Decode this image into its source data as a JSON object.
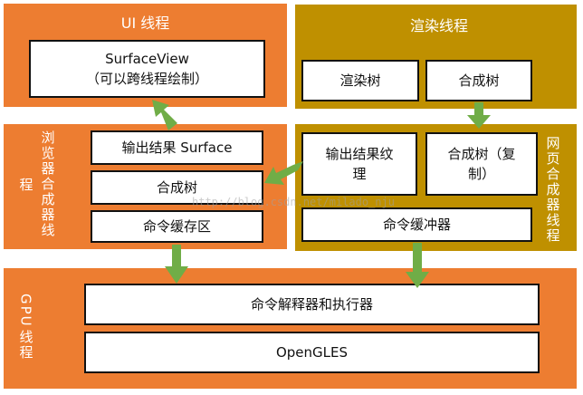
{
  "ui_thread": {
    "title": "UI 线程",
    "surfaceview": {
      "line1": "SurfaceView",
      "line2": "（可以跨线程绘制）"
    }
  },
  "render_thread": {
    "title": "渲染线程",
    "render_tree": "渲染树",
    "composite_tree": "合成树"
  },
  "browser_compositor_thread": {
    "title": "浏览器合成器线程",
    "output_surface": "输出结果 Surface",
    "composite_tree": "合成树",
    "command_buffer": "命令缓存区"
  },
  "page_compositor_thread": {
    "title": "网页合成器线程",
    "output_texture": {
      "line1": "输出结果纹",
      "line2": "理"
    },
    "composite_tree": {
      "line1": "合成树（复",
      "line2": "制）"
    },
    "command_buffer": "命令缓冲器"
  },
  "gpu_thread": {
    "title": "GPU 线程",
    "command_parser": "命令解释器和执行器",
    "opengles": "OpenGLES"
  },
  "watermark": "http://blog.csdn.net/milado_nju",
  "colors": {
    "orange": "#ED7D31",
    "gold": "#BF9000",
    "arrow": "#70AD47"
  }
}
